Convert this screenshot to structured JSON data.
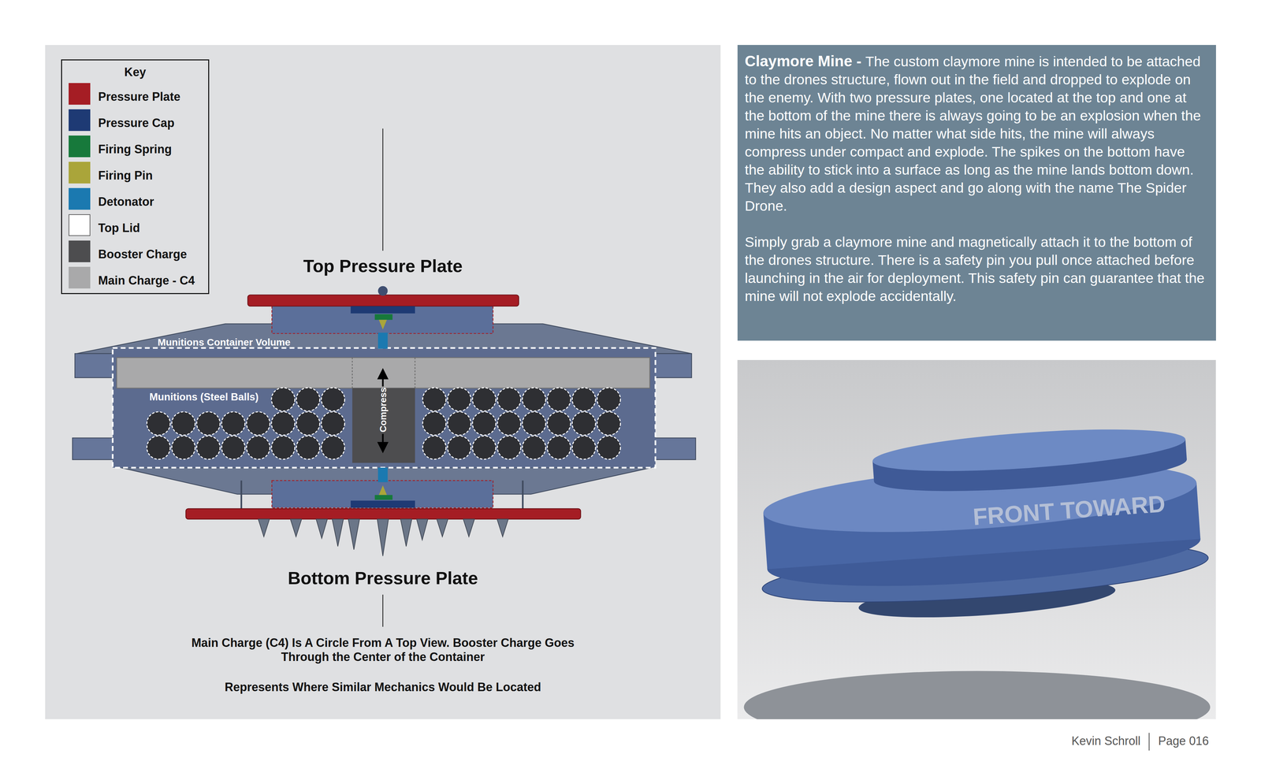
{
  "diagram": {
    "nodes": [
      {
        "text": [
          "Key"
        ]
      },
      {
        "text": [
          "Claymore Mine -",
          "The custom claymore mine is intended to be attached to the drones structure, flown out in the field and dropped to explode on the enemy. With two pressure plates, one located at the top and one at the bottom of the mine there is always going to be an explosion when the mine hits an object. No matter what side hits, the mine will always compress under compact and explode. The spikes on the bottom have the ability to stick into a surface as long as the mine lands bottom down. They also add a design aspect and go along with the name The Spider Drone.",
          "Simply grab a claymore mine and magnetically attach it to the bottom of the drones structure. There is a safety pin you pull once attached before launching in the air for deployment. This safety pin can guarantee that the mine will not explode accidentally."
        ]
      }
    ],
    "labels": [
      "Top Pressure Plate",
      "Munitions Container Volume",
      "Munitions (Steel Balls)",
      "Compress",
      "Bottom Pressure Plate",
      "Main Charge (C4) Is A Circle From A Top View. Booster Charge Goes Through the Center of the Container",
      "Represents Where Similar Mechanics Would Be Located",
      "FRONT TOWARD",
      "Kevin Schroll",
      "Page 016"
    ],
    "legend": [
      {
        "text": "Pressure Plate",
        "color": "#a51d24"
      },
      {
        "text": "Pressure Cap",
        "color": "#1e3a74"
      },
      {
        "text": "Firing Spring",
        "color": "#17793b"
      },
      {
        "text": "Firing Pin",
        "color": "#aaa53a"
      },
      {
        "text": "Detonator",
        "color": "#1b79b0"
      },
      {
        "text": "Top Lid",
        "color": "#ffffff"
      },
      {
        "text": "Booster Charge",
        "color": "#4d4d4f"
      },
      {
        "text": "Main Charge - C4",
        "color": "#a9a9aa"
      }
    ]
  }
}
